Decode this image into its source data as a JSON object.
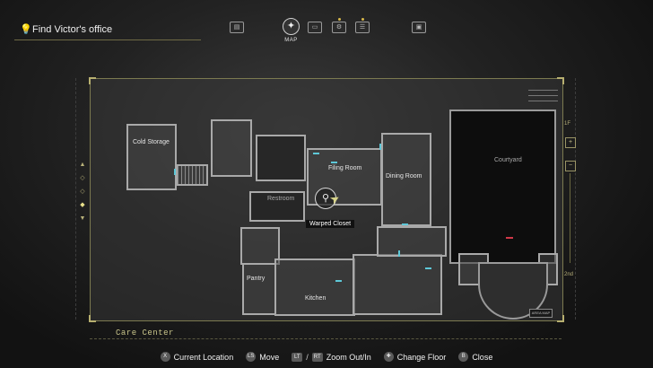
{
  "objective": {
    "icon": "lightbulb-icon",
    "text": "Find Victor's office"
  },
  "tabs": [
    {
      "id": "files",
      "glyph": "▤",
      "label": ""
    },
    {
      "id": "map",
      "glyph": "✦",
      "label": "MAP",
      "active": true
    },
    {
      "id": "inventory",
      "glyph": "▭",
      "label": ""
    },
    {
      "id": "crafting",
      "glyph": "⚙",
      "label": ""
    },
    {
      "id": "equipment",
      "glyph": "☰",
      "label": ""
    },
    {
      "id": "settings",
      "glyph": "▣",
      "label": ""
    }
  ],
  "map": {
    "rooms": {
      "cold_storage": "Cold Storage",
      "filing_room": "Filing Room",
      "dining_room": "Dining Room",
      "courtyard": "Courtyard",
      "restroom": "Restroom",
      "pantry": "Pantry",
      "kitchen": "Kitchen"
    },
    "current_location": "Warped Closet",
    "area_name": "Care Center",
    "right_rail": {
      "top": "1F",
      "bottom": "2nd"
    },
    "area_map_button": "AREA MAP",
    "colors": {
      "door": "#5ec8d8",
      "locked_door": "#d03848",
      "frame": "#7c7a50",
      "accent": "#d8d48a"
    }
  },
  "controls": [
    {
      "glyph": "X",
      "label": "Current Location"
    },
    {
      "glyph": "LS",
      "label": "Move"
    },
    {
      "glyph": "LT",
      "glyph2": "RT",
      "separator": "/",
      "label": "Zoom Out/In"
    },
    {
      "glyph": "✚",
      "label": "Change Floor"
    },
    {
      "glyph": "B",
      "label": "Close"
    }
  ]
}
